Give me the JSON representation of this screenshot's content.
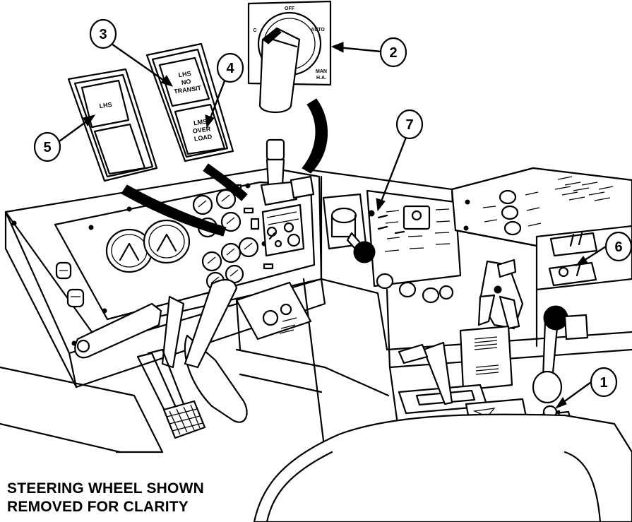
{
  "callouts": [
    {
      "number": "1"
    },
    {
      "number": "2"
    },
    {
      "number": "3"
    },
    {
      "number": "4"
    },
    {
      "number": "5"
    },
    {
      "number": "6"
    },
    {
      "number": "7"
    }
  ],
  "indicator_lhs": {
    "label": "LHS"
  },
  "indicator_lhs_no_transit": {
    "line1": "LHS",
    "line2": "NO",
    "line3": "TRANSIT"
  },
  "indicator_lms_overload": {
    "line1": "LMS",
    "line2": "OVER",
    "line3": "LOAD"
  },
  "rotary_switch": {
    "pos_c": "C",
    "pos_off": "OFF",
    "pos_auto": "AUTO",
    "pos_man_line1": "MAN",
    "pos_man_line2": "H.A."
  },
  "note": {
    "line1": "STEERING WHEEL SHOWN",
    "line2": "REMOVED FOR CLARITY"
  }
}
